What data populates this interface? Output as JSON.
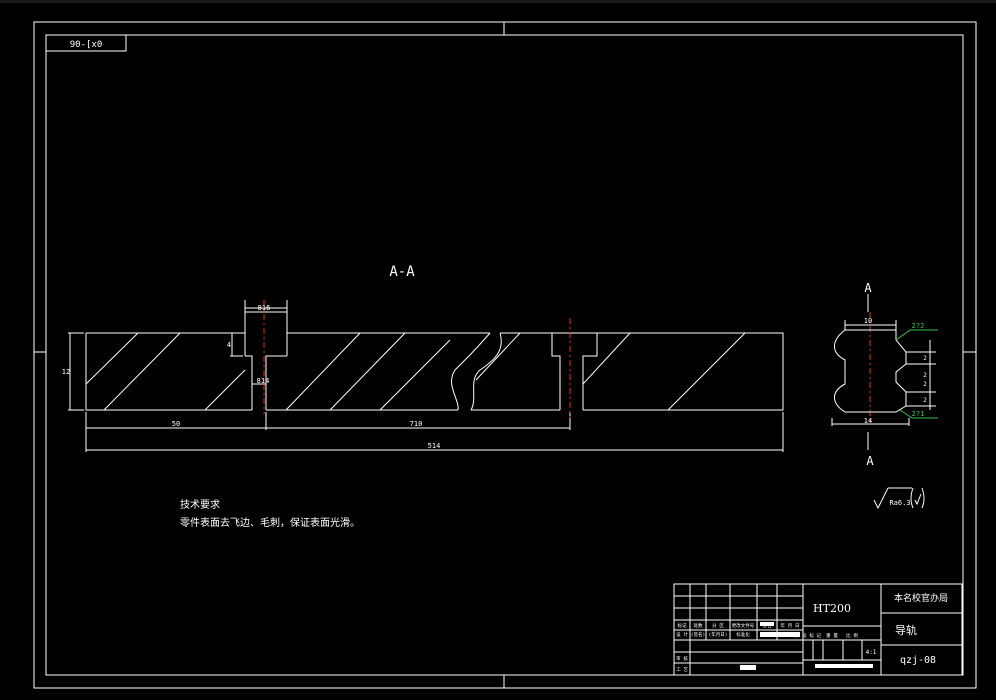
{
  "frame_tag": "90-[x0",
  "section_label": "A-A",
  "section_marker": "A",
  "dims": {
    "top_width": "816",
    "height": "12",
    "depth": "4",
    "inner_width": "814",
    "offset": "50",
    "spacing": "710",
    "overall": "514",
    "end_top": "10",
    "end_bottom": "14",
    "chamfer1": "2?2",
    "chamfer2": "2?1",
    "side1": "2",
    "side2": "2",
    "side3": "2",
    "side4": "2"
  },
  "tech_title": "技术要求",
  "tech_body": "零件表面去飞边、毛刺，保证表面光滑。",
  "roughness": "Ra6.3",
  "title_block": {
    "material": "HT200",
    "school": "本名校官办局",
    "part_name": "导轨",
    "drawing_no": "qzj-08",
    "scale": "4:1",
    "small_labels": [
      "标记",
      "处数",
      "分 区",
      "更改文件号",
      "签名",
      "年 月 日",
      "设 计",
      "(签名)",
      "(年月日)",
      "标准化",
      "审 核",
      "工 艺",
      "阶 段 标 记",
      "重 量",
      "比 例"
    ]
  },
  "colors": {
    "line": "#ffffff",
    "center": "#e0302a",
    "leader": "#39c24a",
    "background": "#000000"
  }
}
